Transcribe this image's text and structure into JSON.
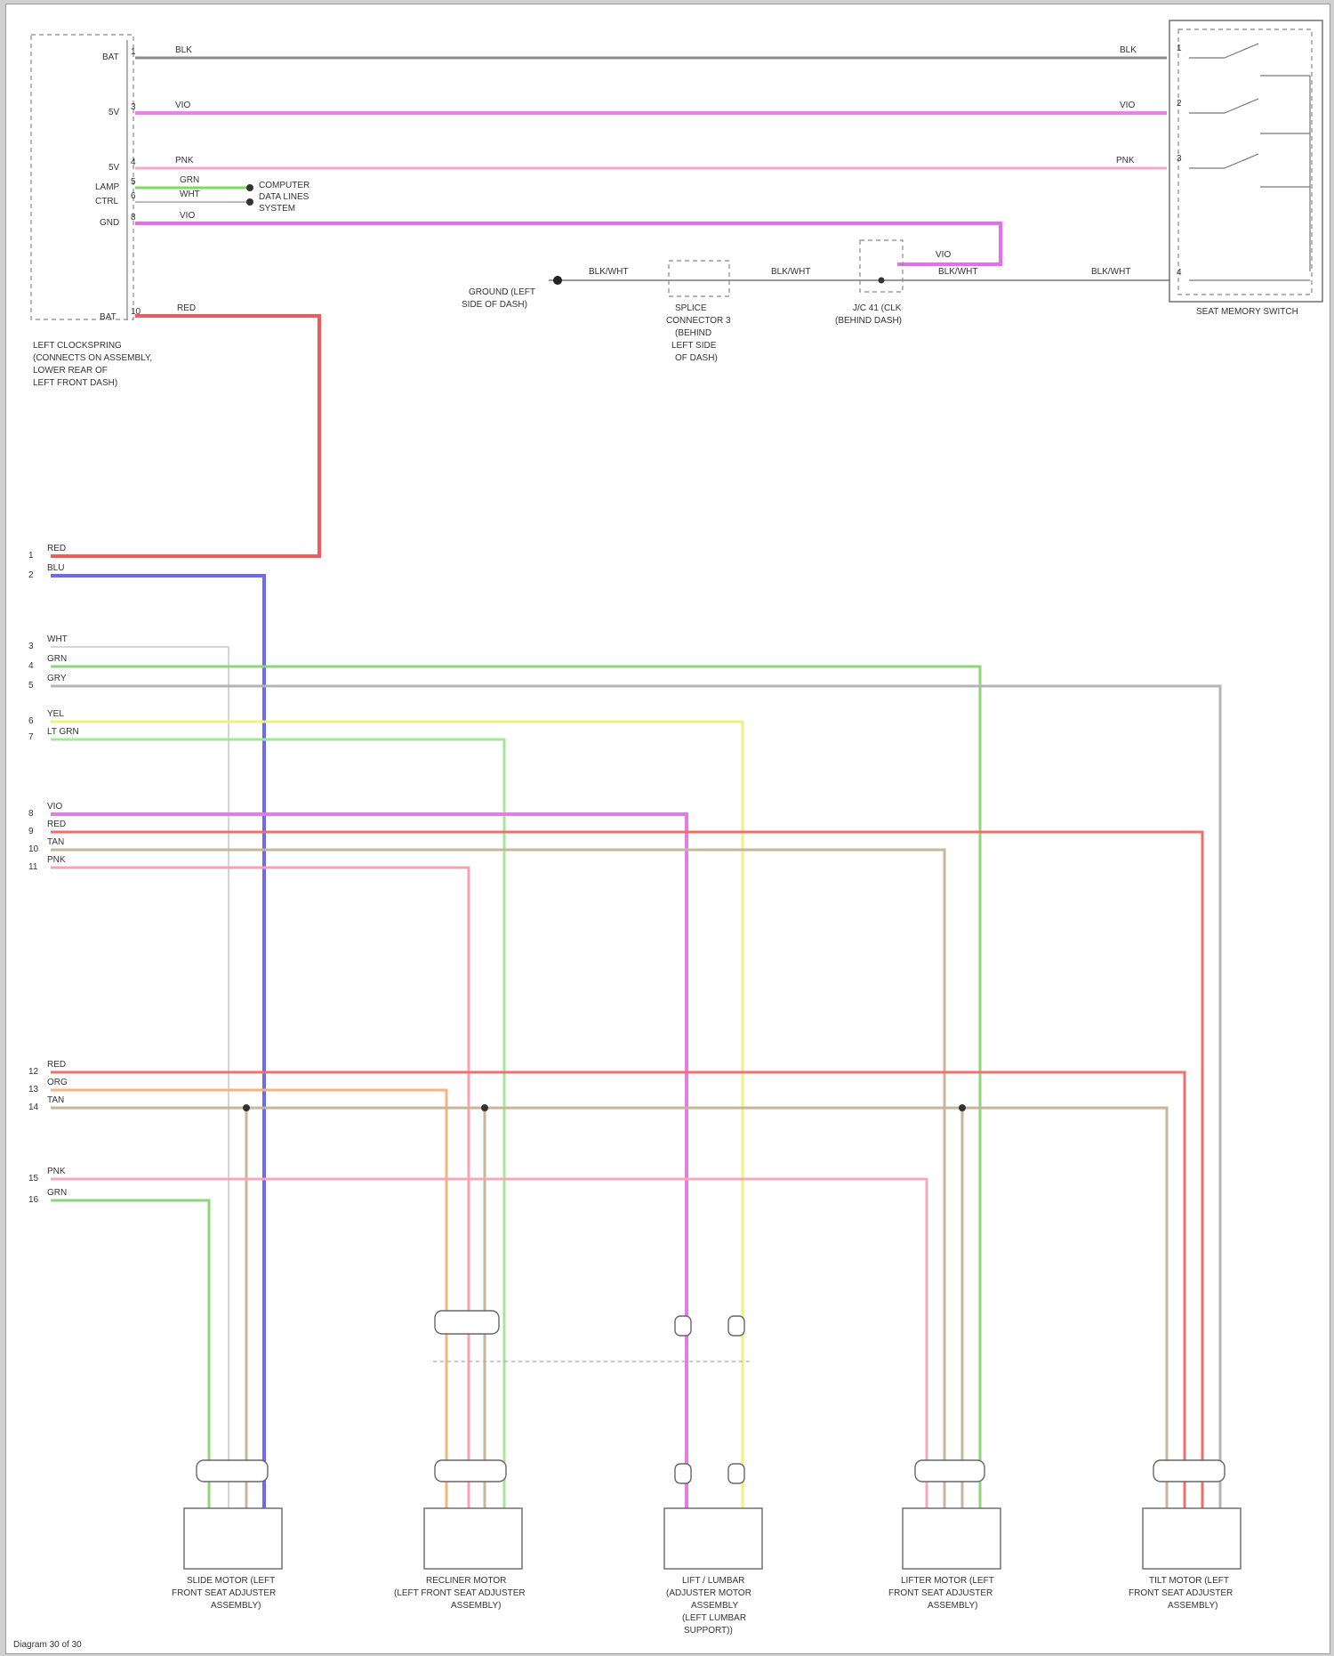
{
  "module": {
    "caption": [
      "LEFT CLOCKSPRING",
      "(CONNECTS ON ASSEMBLY,",
      "LOWER REAR OF",
      "LEFT FRONT DASH)"
    ],
    "pins": [
      {
        "name": "BAT",
        "num": "1",
        "wire": "BLK"
      },
      {
        "name": "5V",
        "num": "3",
        "wire": "VIO"
      },
      {
        "name": "5V",
        "num": "4",
        "wire": "PNK"
      },
      {
        "name": "LAMP",
        "num": "5",
        "wire": "GRN"
      },
      {
        "name": "CTRL",
        "num": "6",
        "wire": "WHT"
      },
      {
        "name": "GND",
        "num": "8",
        "wire": "VIO"
      },
      {
        "name": "BAT",
        "num": "10",
        "wire": "RED"
      }
    ],
    "side_notes": [
      "COMPUTER",
      "DATA LINES",
      "SYSTEM"
    ]
  },
  "memory_switch": {
    "caption": "SEAT MEMORY SWITCH",
    "inputs": [
      {
        "wire": "BLK",
        "pin": "1"
      },
      {
        "wire": "VIO",
        "pin": "2"
      },
      {
        "wire": "PNK",
        "pin": "3"
      },
      {
        "wire": "BLK/WHT",
        "pin": "4"
      }
    ]
  },
  "ground_run": {
    "ground_label": [
      "GROUND (LEFT",
      "SIDE OF DASH)"
    ],
    "wire_label": "BLK/WHT",
    "splice_label": [
      "SPLICE",
      "CONNECTOR 3",
      "(BEHIND",
      "LEFT SIDE",
      "OF DASH)"
    ],
    "connector_label": [
      "J/C 41 (CLK",
      "(BEHIND DASH)"
    ],
    "jumper_wire": "VIO",
    "jumper_wire2": "BLK/WHT"
  },
  "harness": {
    "wires": [
      {
        "pin": "1",
        "color": "RED"
      },
      {
        "pin": "2",
        "color": "BLU"
      },
      {
        "pin": "3",
        "color": "WHT"
      },
      {
        "pin": "4",
        "color": "GRN"
      },
      {
        "pin": "5",
        "color": "GRY"
      },
      {
        "pin": "6",
        "color": "YEL"
      },
      {
        "pin": "7",
        "color": "LT GRN"
      },
      {
        "pin": "8",
        "color": "VIO"
      },
      {
        "pin": "9",
        "color": "RED"
      },
      {
        "pin": "10",
        "color": "TAN"
      },
      {
        "pin": "11",
        "color": "PNK"
      },
      {
        "pin": "12",
        "color": "RED"
      },
      {
        "pin": "13",
        "color": "ORG"
      },
      {
        "pin": "14",
        "color": "TAN"
      },
      {
        "pin": "15",
        "color": "PNK"
      },
      {
        "pin": "16",
        "color": "GRN"
      }
    ]
  },
  "motors": [
    {
      "caption": [
        "SLIDE MOTOR (LEFT",
        "FRONT SEAT ADJUSTER",
        "ASSEMBLY)"
      ]
    },
    {
      "caption": [
        "RECLINER MOTOR",
        "(LEFT FRONT SEAT ADJUSTER",
        "ASSEMBLY)"
      ]
    },
    {
      "caption": [
        "LIFT / LUMBAR",
        "(ADJUSTER MOTOR",
        "ASSEMBLY",
        "(LEFT LUMBAR",
        "SUPPORT))"
      ]
    },
    {
      "caption": [
        "LIFTER MOTOR (LEFT",
        "FRONT SEAT ADJUSTER",
        "ASSEMBLY)"
      ]
    },
    {
      "caption": [
        "TILT MOTOR (LEFT",
        "FRONT SEAT ADJUSTER",
        "ASSEMBLY)"
      ]
    }
  ],
  "footer": "Diagram 30 of 30"
}
